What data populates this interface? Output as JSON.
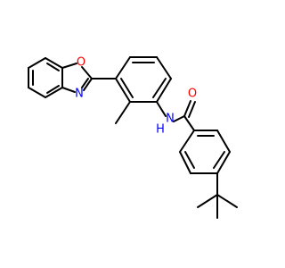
{
  "molecule": {
    "atom_labels": {
      "ring_oxygen": "O",
      "ring_nitrogen": "N",
      "amide_nitrogen": "N",
      "amide_hydrogen": "H",
      "carbonyl_oxygen": "O"
    },
    "colors": {
      "oxygen": "#ff0000",
      "nitrogen": "#0000ff",
      "bond": "#000000",
      "background": "#ffffff"
    }
  }
}
